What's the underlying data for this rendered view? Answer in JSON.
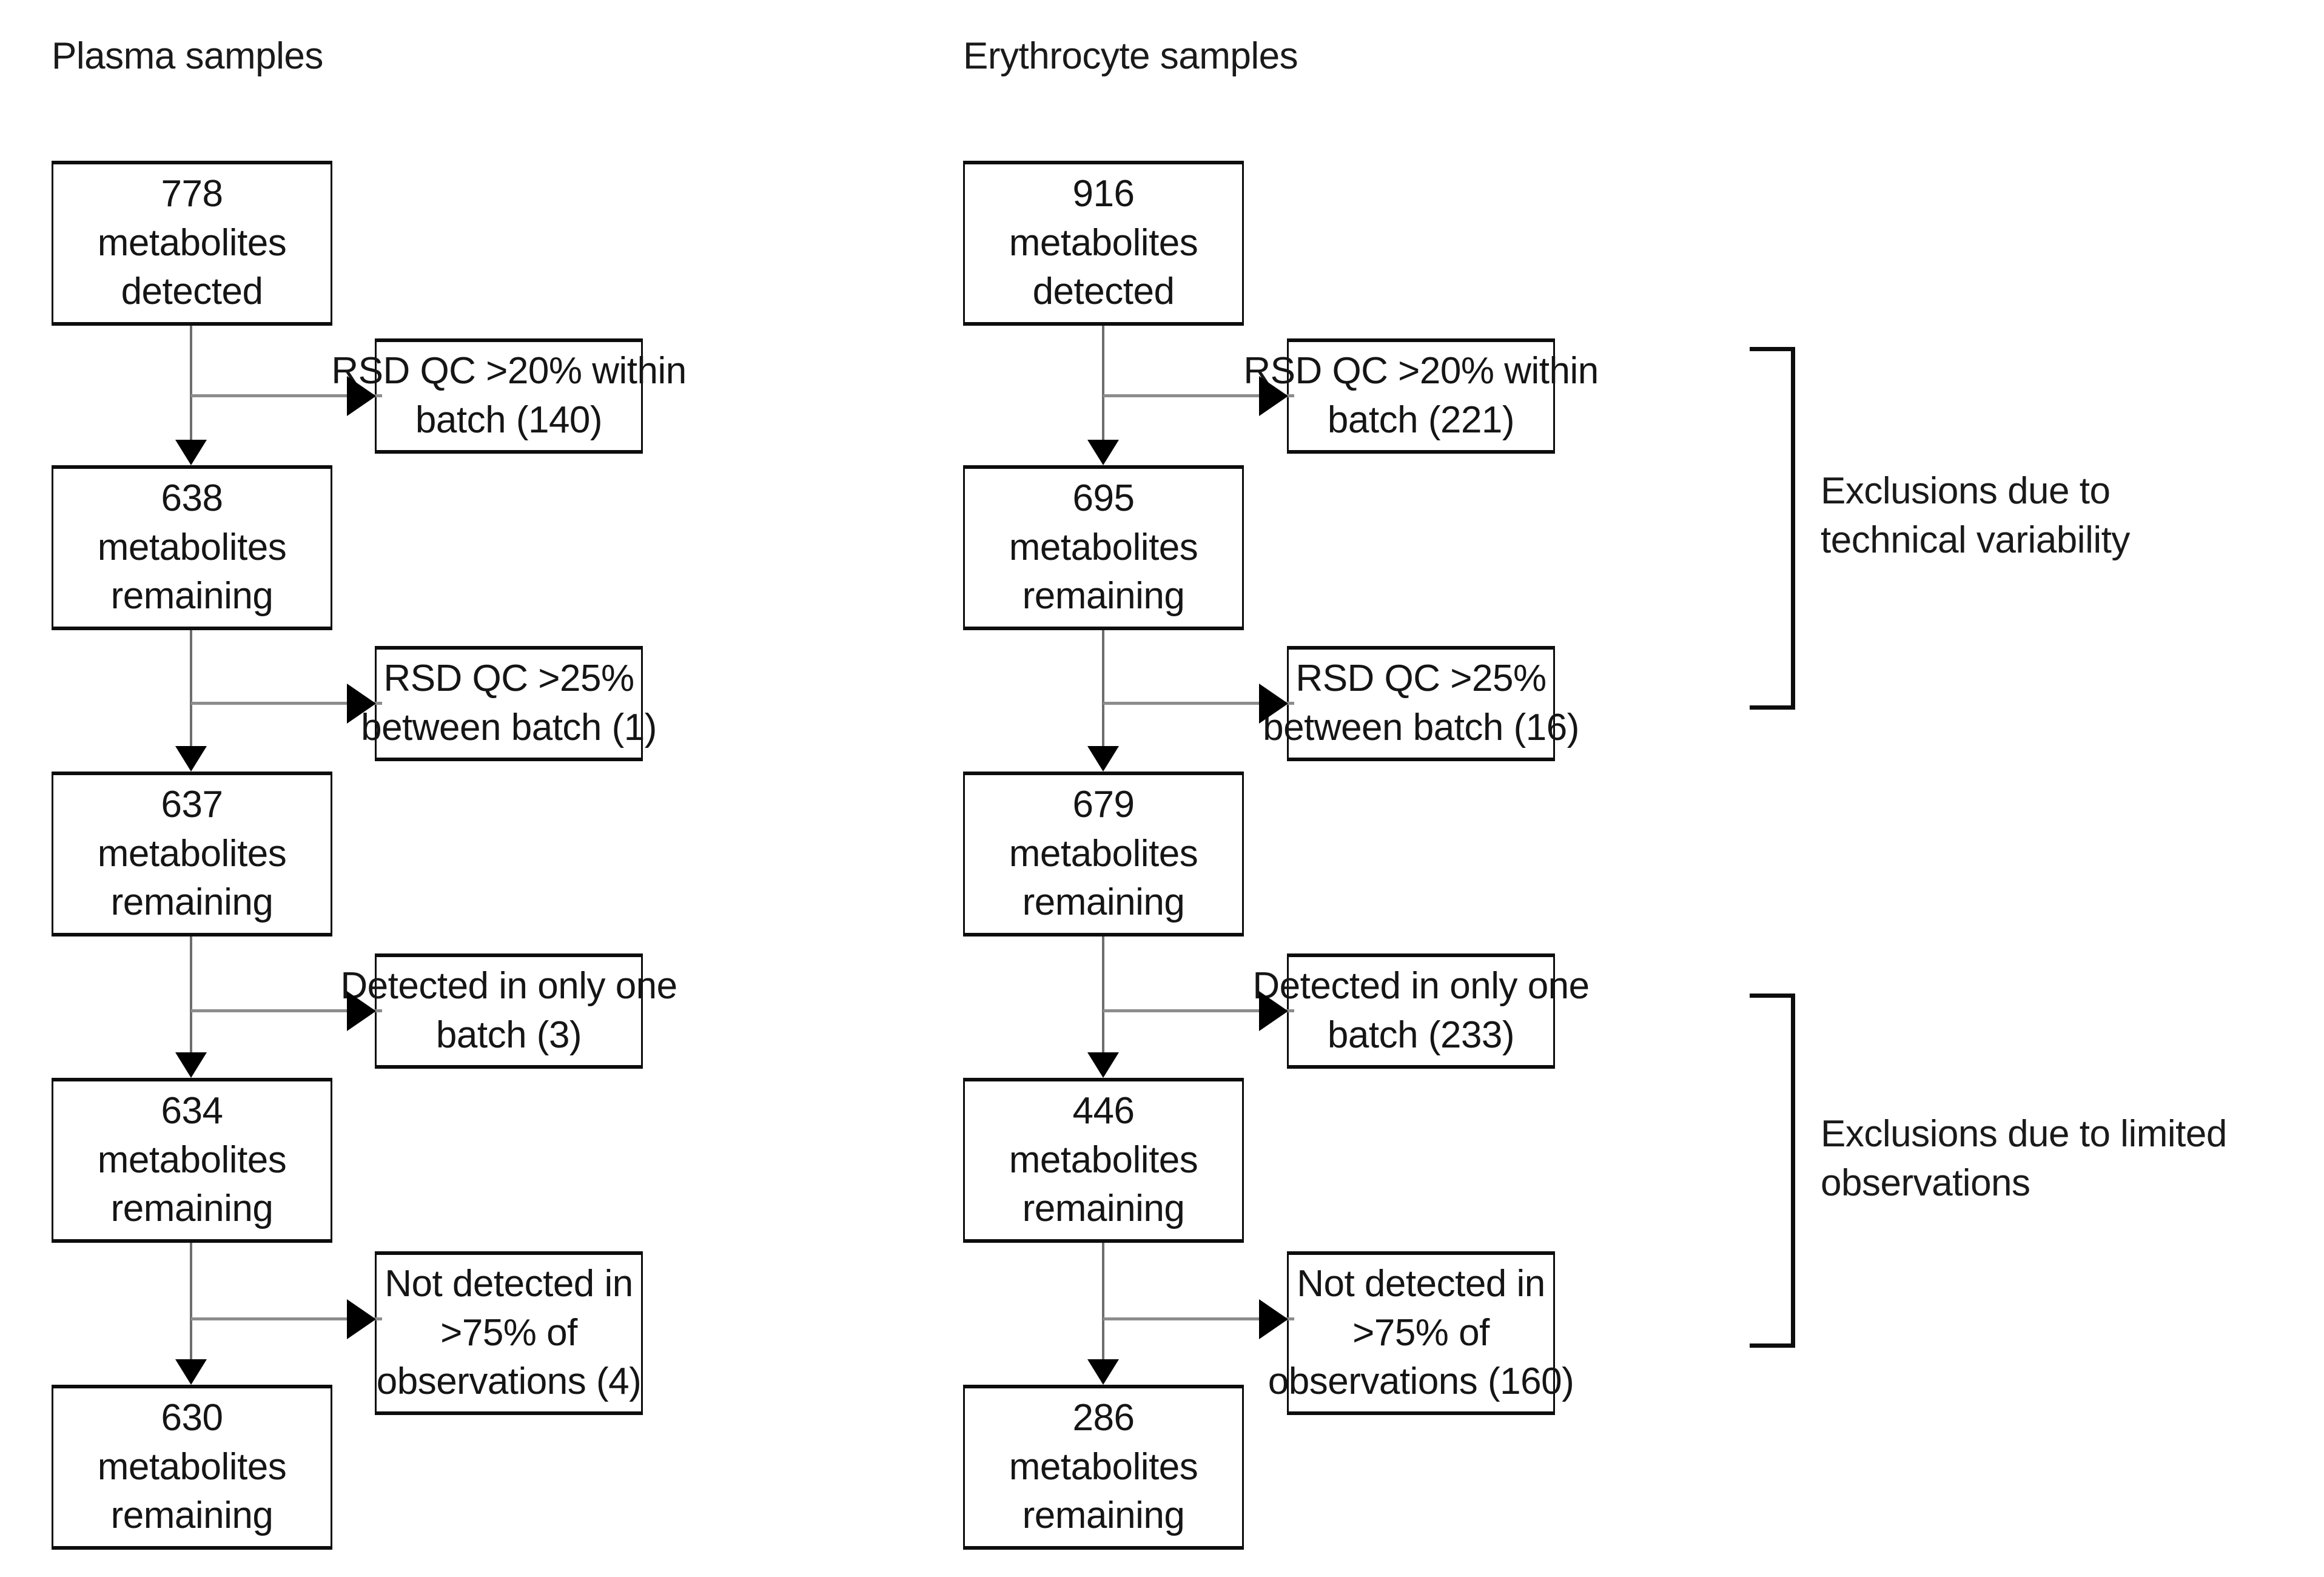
{
  "figure": {
    "type": "flowchart",
    "title": "",
    "columns": [
      {
        "id": "plasma",
        "title": "Plasma samples",
        "steps": [
          {
            "count": "778",
            "line2": "metabolites",
            "line3": "detected"
          },
          {
            "count": "638",
            "line2": "metabolites",
            "line3": "remaining"
          },
          {
            "count": "637",
            "line2": "metabolites",
            "line3": "remaining"
          },
          {
            "count": "634",
            "line2": "metabolites",
            "line3": "remaining"
          },
          {
            "count": "630",
            "line2": "metabolites",
            "line3": "remaining"
          }
        ],
        "exclusions": [
          {
            "line1": "RSD QC >20% within",
            "line2": "batch (140)",
            "line3": "",
            "n": "140"
          },
          {
            "line1": "RSD QC >25%",
            "line2": "between batch (1)",
            "line3": "",
            "n": "1"
          },
          {
            "line1": "Detected in only one",
            "line2": "batch (3)",
            "line3": "",
            "n": "3"
          },
          {
            "line1": "Not detected in",
            "line2": ">75% of",
            "line3": "observations (4)",
            "n": "4"
          }
        ]
      },
      {
        "id": "erythrocyte",
        "title": "Erythrocyte samples",
        "steps": [
          {
            "count": "916",
            "line2": "metabolites",
            "line3": "detected"
          },
          {
            "count": "695",
            "line2": "metabolites",
            "line3": "remaining"
          },
          {
            "count": "679",
            "line2": "metabolites",
            "line3": "remaining"
          },
          {
            "count": "446",
            "line2": "metabolites",
            "line3": "remaining"
          },
          {
            "count": "286",
            "line2": "metabolites",
            "line3": "remaining"
          }
        ],
        "exclusions": [
          {
            "line1": "RSD QC >20% within",
            "line2": "batch (221)",
            "line3": "",
            "n": "221"
          },
          {
            "line1": "RSD QC >25%",
            "line2": "between batch (16)",
            "line3": "",
            "n": "16"
          },
          {
            "line1": "Detected in only one",
            "line2": "batch (233)",
            "line3": "",
            "n": "233"
          },
          {
            "line1": "Not detected in",
            "line2": ">75% of",
            "line3": "observations (160)",
            "n": "160"
          }
        ]
      }
    ],
    "annotations": [
      {
        "id": "technical",
        "line1": "Exclusions due to",
        "line2": "technical variability"
      },
      {
        "id": "limited",
        "line1": "Exclusions due to limited",
        "line2": "observations"
      }
    ],
    "colors": {
      "box_border": "#0d0d0d",
      "arrow_head": "#000000",
      "arrow_stem": "#8c8c8c",
      "text": "#151515",
      "background": "#ffffff"
    }
  }
}
